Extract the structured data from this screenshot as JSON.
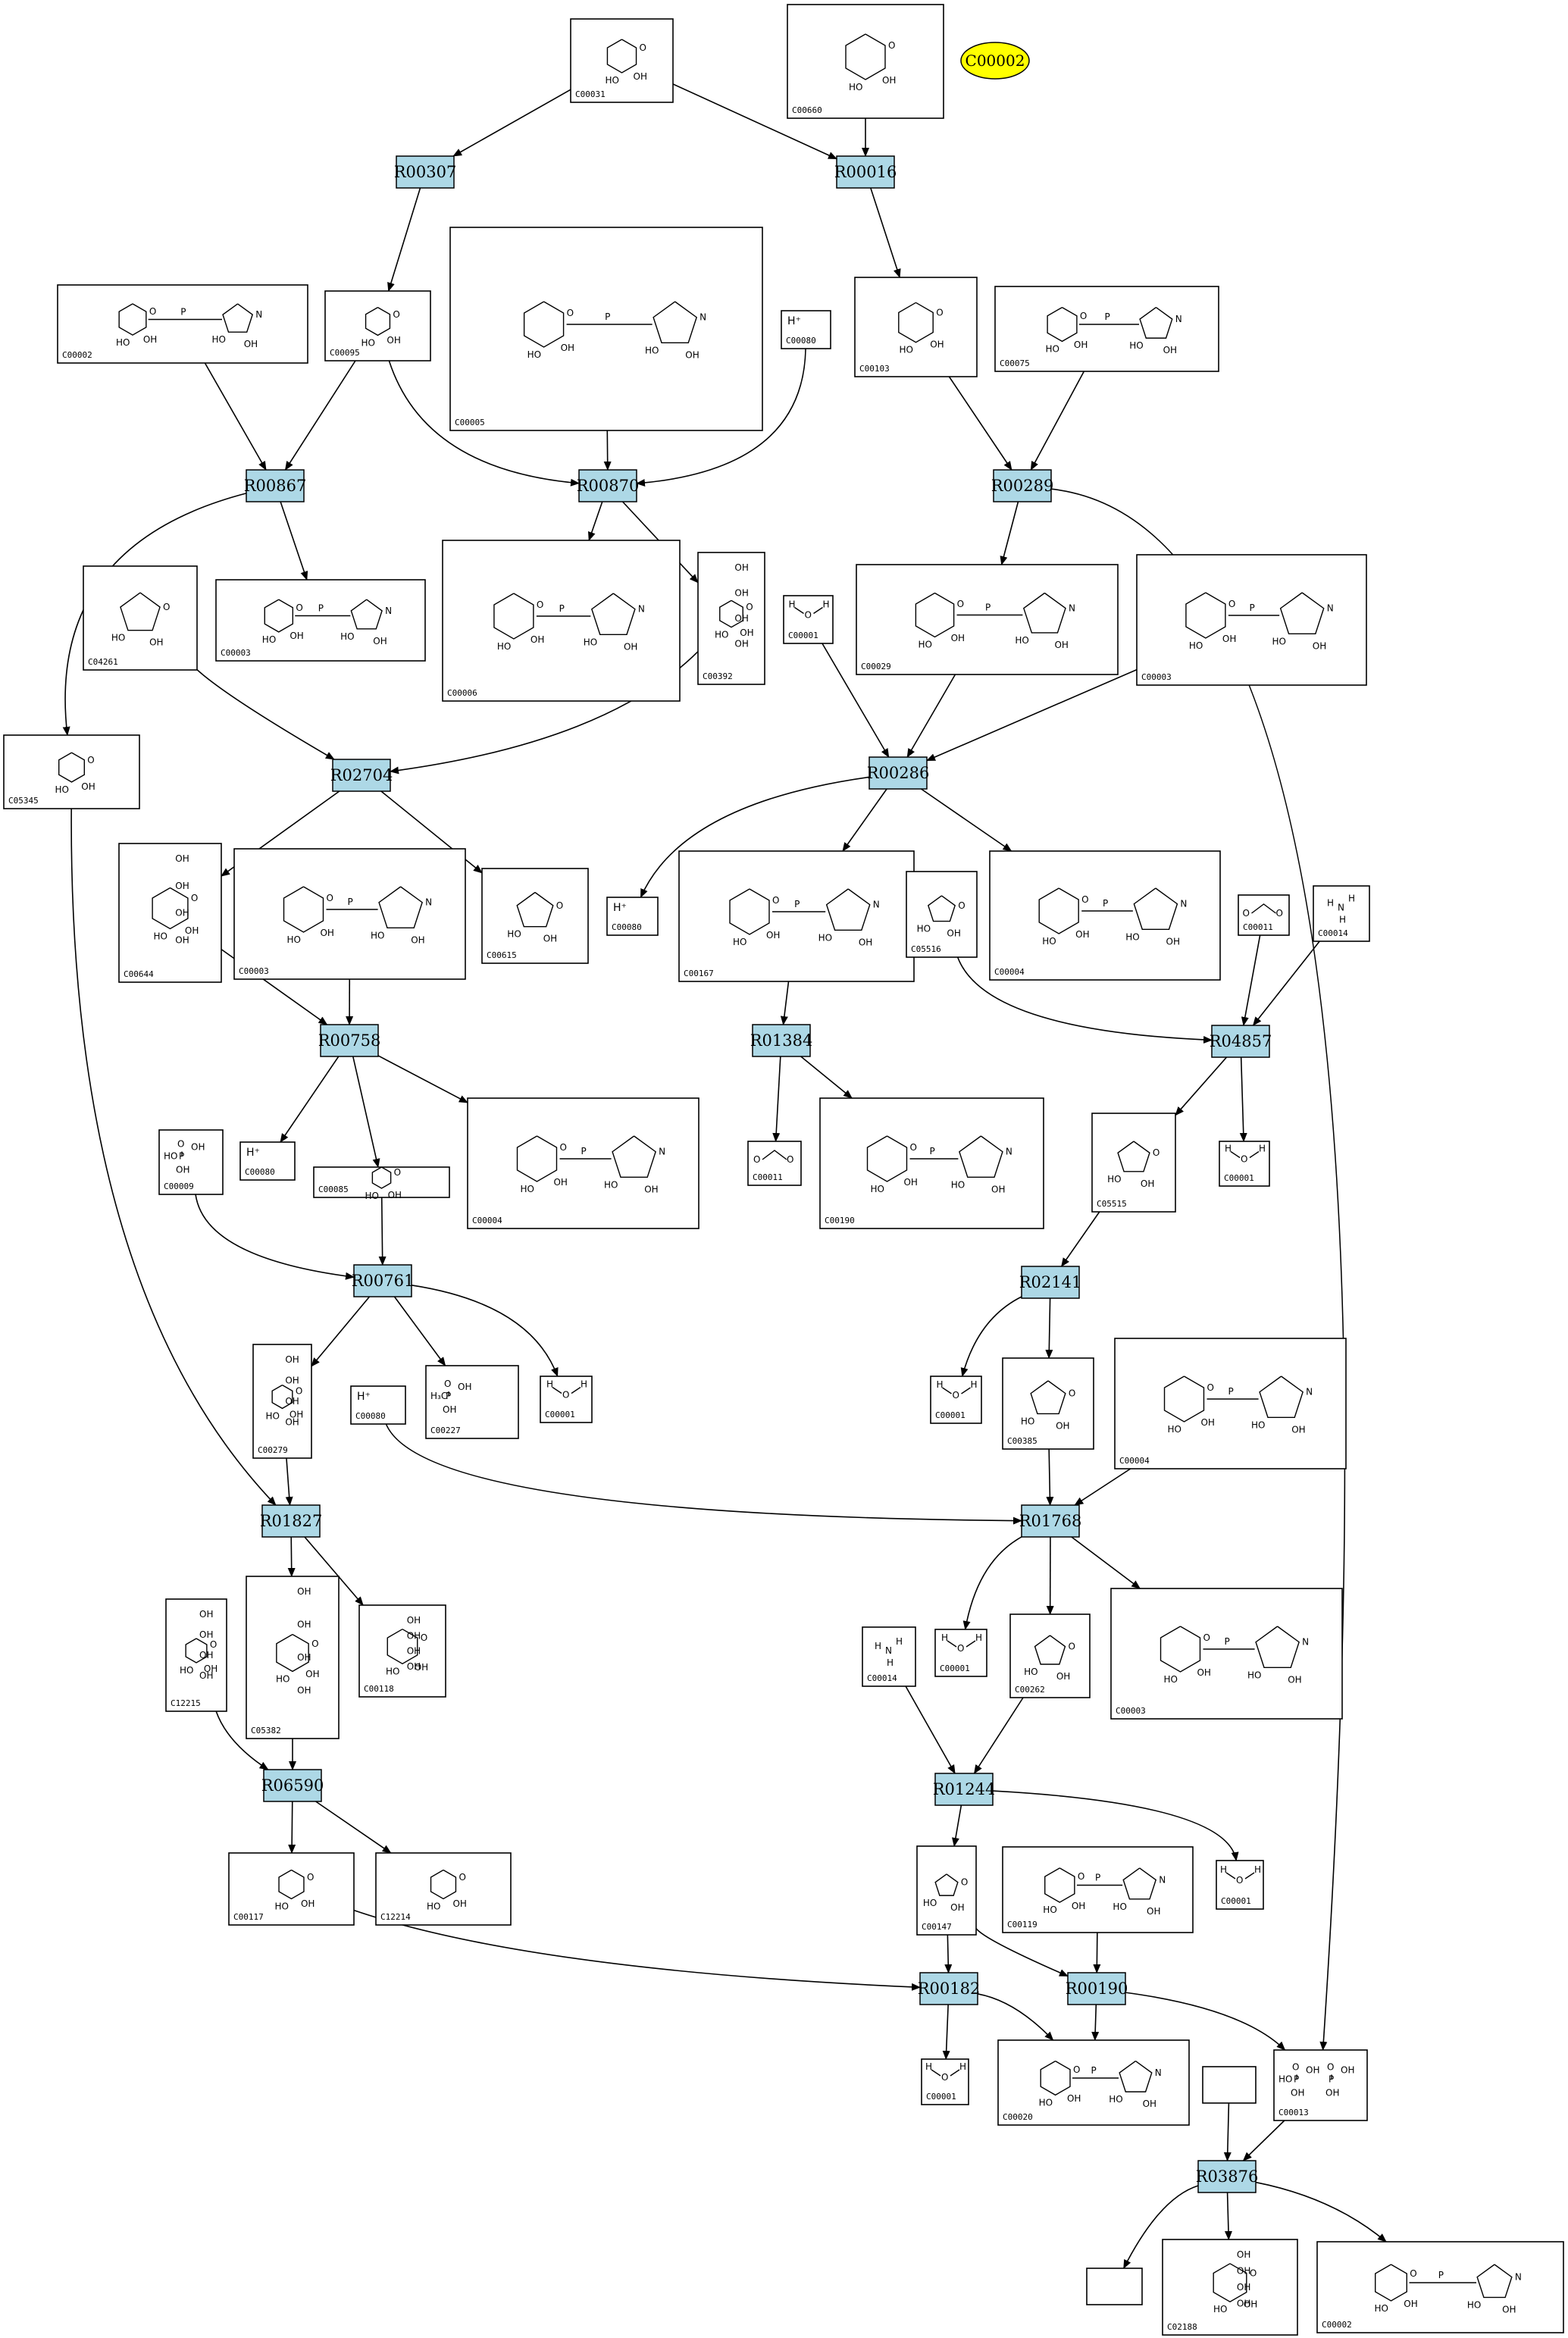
{
  "legend": {
    "label": "C00002"
  },
  "compounds": [
    {
      "id": "C00031",
      "label": "C00031",
      "kind": "hexose"
    },
    {
      "id": "C00660",
      "label": "C00660",
      "kind": "hexose-p"
    },
    {
      "id": "C00095",
      "label": "C00095",
      "kind": "furanose"
    },
    {
      "id": "C00002a",
      "label": "C00002",
      "kind": "nucleotide"
    },
    {
      "id": "C00005",
      "label": "C00005",
      "kind": "dinuc"
    },
    {
      "id": "C00080a",
      "label": "C00080",
      "kind": "hplus"
    },
    {
      "id": "C00103",
      "label": "C00103",
      "kind": "hexose-p"
    },
    {
      "id": "C00075",
      "label": "C00075",
      "kind": "nucleotide"
    },
    {
      "id": "C00003a",
      "label": "C00003",
      "kind": "nucleotide"
    },
    {
      "id": "C00006",
      "label": "C00006",
      "kind": "dinuc"
    },
    {
      "id": "C00392",
      "label": "C00392",
      "kind": "polyol"
    },
    {
      "id": "C04261",
      "label": "C04261",
      "kind": "imidazole"
    },
    {
      "id": "C00001a",
      "label": "C00001",
      "kind": "water"
    },
    {
      "id": "C00029",
      "label": "C00029",
      "kind": "dinuc"
    },
    {
      "id": "C00003b",
      "label": "C00003",
      "kind": "dinuc"
    },
    {
      "id": "C05345",
      "label": "C05345",
      "kind": "furanose"
    },
    {
      "id": "C00644",
      "label": "C00644",
      "kind": "polyol"
    },
    {
      "id": "C00003c",
      "label": "C00003",
      "kind": "dinuc"
    },
    {
      "id": "C00615",
      "label": "C00615",
      "kind": "imidazole"
    },
    {
      "id": "C00080b",
      "label": "C00080",
      "kind": "hplus"
    },
    {
      "id": "C00167",
      "label": "C00167",
      "kind": "dinuc"
    },
    {
      "id": "C05516",
      "label": "C05516",
      "kind": "imidazole"
    },
    {
      "id": "C00004a",
      "label": "C00004",
      "kind": "dinuc"
    },
    {
      "id": "C00011a",
      "label": "C00011",
      "kind": "co2"
    },
    {
      "id": "C00014a",
      "label": "C00014",
      "kind": "nh3"
    },
    {
      "id": "C00009",
      "label": "C00009",
      "kind": "phosphate"
    },
    {
      "id": "C00080c",
      "label": "C00080",
      "kind": "hplus"
    },
    {
      "id": "C00085",
      "label": "C00085",
      "kind": "furanose"
    },
    {
      "id": "C00004b",
      "label": "C00004",
      "kind": "dinuc"
    },
    {
      "id": "C00011b",
      "label": "C00011",
      "kind": "co2"
    },
    {
      "id": "C00190",
      "label": "C00190",
      "kind": "dinuc"
    },
    {
      "id": "C05515",
      "label": "C05515",
      "kind": "imidazole"
    },
    {
      "id": "C00001b",
      "label": "C00001",
      "kind": "water"
    },
    {
      "id": "C00279",
      "label": "C00279",
      "kind": "polyol"
    },
    {
      "id": "C00080d",
      "label": "C00080",
      "kind": "hplus"
    },
    {
      "id": "C00227",
      "label": "C00227",
      "kind": "acetylp"
    },
    {
      "id": "C00001c",
      "label": "C00001",
      "kind": "water"
    },
    {
      "id": "C00001d",
      "label": "C00001",
      "kind": "water"
    },
    {
      "id": "C00385",
      "label": "C00385",
      "kind": "purine"
    },
    {
      "id": "C00004c",
      "label": "C00004",
      "kind": "dinuc"
    },
    {
      "id": "C12215",
      "label": "C12215",
      "kind": "polyol"
    },
    {
      "id": "C05382",
      "label": "C05382",
      "kind": "polyol"
    },
    {
      "id": "C00118",
      "label": "C00118",
      "kind": "glyceraldehyde"
    },
    {
      "id": "C00014b",
      "label": "C00014",
      "kind": "nh3"
    },
    {
      "id": "C00001e",
      "label": "C00001",
      "kind": "water"
    },
    {
      "id": "C00262",
      "label": "C00262",
      "kind": "purine"
    },
    {
      "id": "C00003d",
      "label": "C00003",
      "kind": "dinuc"
    },
    {
      "id": "C00117",
      "label": "C00117",
      "kind": "furanose"
    },
    {
      "id": "C12214",
      "label": "C12214",
      "kind": "furanose"
    },
    {
      "id": "C00147",
      "label": "C00147",
      "kind": "purine"
    },
    {
      "id": "C00119",
      "label": "C00119",
      "kind": "nucleotide"
    },
    {
      "id": "C00001f",
      "label": "C00001",
      "kind": "water"
    },
    {
      "id": "C00001g",
      "label": "C00001",
      "kind": "water"
    },
    {
      "id": "C00020",
      "label": "C00020",
      "kind": "nucleotide"
    },
    {
      "id": "C00013",
      "label": "C00013",
      "kind": "pyrophosphate"
    },
    {
      "id": "BLANK1",
      "label": "",
      "kind": "empty"
    },
    {
      "id": "BLANK2",
      "label": "",
      "kind": "empty"
    },
    {
      "id": "C02188",
      "label": "C02188",
      "kind": "lysine"
    },
    {
      "id": "C00002b",
      "label": "C00002",
      "kind": "nucleotide"
    }
  ],
  "reactions": [
    {
      "id": "R00307",
      "label": "R00307"
    },
    {
      "id": "R00016",
      "label": "R00016"
    },
    {
      "id": "R00867",
      "label": "R00867"
    },
    {
      "id": "R00870",
      "label": "R00870"
    },
    {
      "id": "R00289",
      "label": "R00289"
    },
    {
      "id": "R02704",
      "label": "R02704"
    },
    {
      "id": "R00286",
      "label": "R00286"
    },
    {
      "id": "R00758",
      "label": "R00758"
    },
    {
      "id": "R01384",
      "label": "R01384"
    },
    {
      "id": "R04857",
      "label": "R04857"
    },
    {
      "id": "R00761",
      "label": "R00761"
    },
    {
      "id": "R02141",
      "label": "R02141"
    },
    {
      "id": "R01827",
      "label": "R01827"
    },
    {
      "id": "R01768",
      "label": "R01768"
    },
    {
      "id": "R06590",
      "label": "R06590"
    },
    {
      "id": "R01244",
      "label": "R01244"
    },
    {
      "id": "R00182",
      "label": "R00182"
    },
    {
      "id": "R00190",
      "label": "R00190"
    },
    {
      "id": "R03876",
      "label": "R03876"
    }
  ],
  "hplus_text": "H⁺"
}
